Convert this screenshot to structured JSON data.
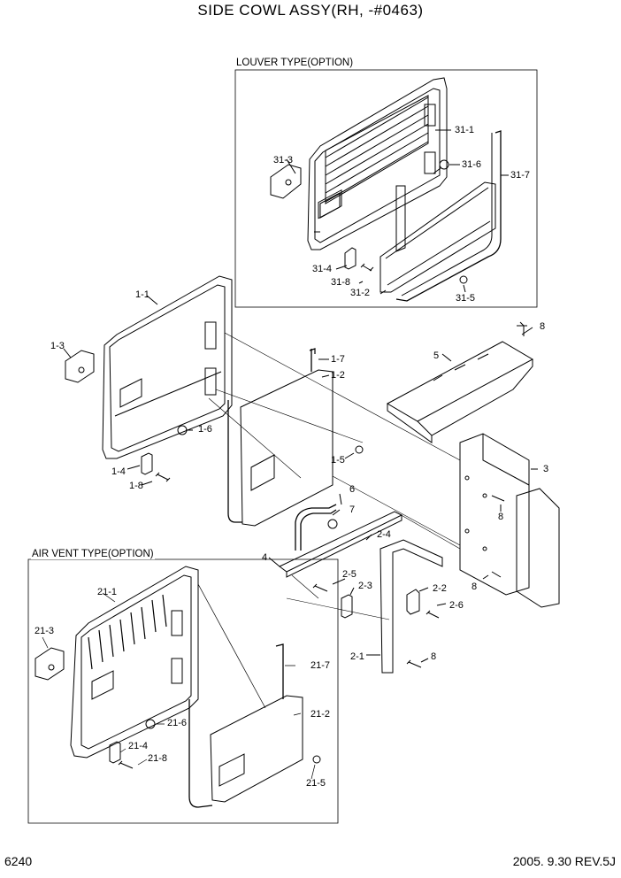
{
  "title": "SIDE COWL ASSY(RH, -#0463)",
  "footer": {
    "page": "6240",
    "revision": "2005. 9.30 REV.5J"
  },
  "panels": {
    "louver": "LOUVER TYPE(OPTION)",
    "airvent": "AIR VENT TYPE(OPTION)"
  },
  "labels": {
    "p31_1": "31-1",
    "p31_3": "31-3",
    "p31_6": "31-6",
    "p31_7": "31-7",
    "p31_4": "31-4",
    "p31_8": "31-8",
    "p31_2": "31-2",
    "p31_5": "31-5",
    "p1_1": "1-1",
    "p1_3": "1-3",
    "p1_7": "1-7",
    "p1_2": "1-2",
    "p1_6": "1-6",
    "p1_5": "1-5",
    "p1_4": "1-4",
    "p1_8": "1-8",
    "p8a": "8",
    "p5": "5",
    "p3": "3",
    "p8b": "8",
    "p8c": "8",
    "p8d": "8",
    "p6": "6",
    "p7": "7",
    "p2_4": "2-4",
    "p4": "4",
    "p2_5": "2-5",
    "p2_3": "2-3",
    "p2_2": "2-2",
    "p2_6": "2-6",
    "p2_1": "2-1",
    "p21_1": "21-1",
    "p21_3": "21-3",
    "p21_7": "21-7",
    "p21_2": "21-2",
    "p21_6": "21-6",
    "p21_4": "21-4",
    "p21_8": "21-8",
    "p21_5": "21-5"
  }
}
